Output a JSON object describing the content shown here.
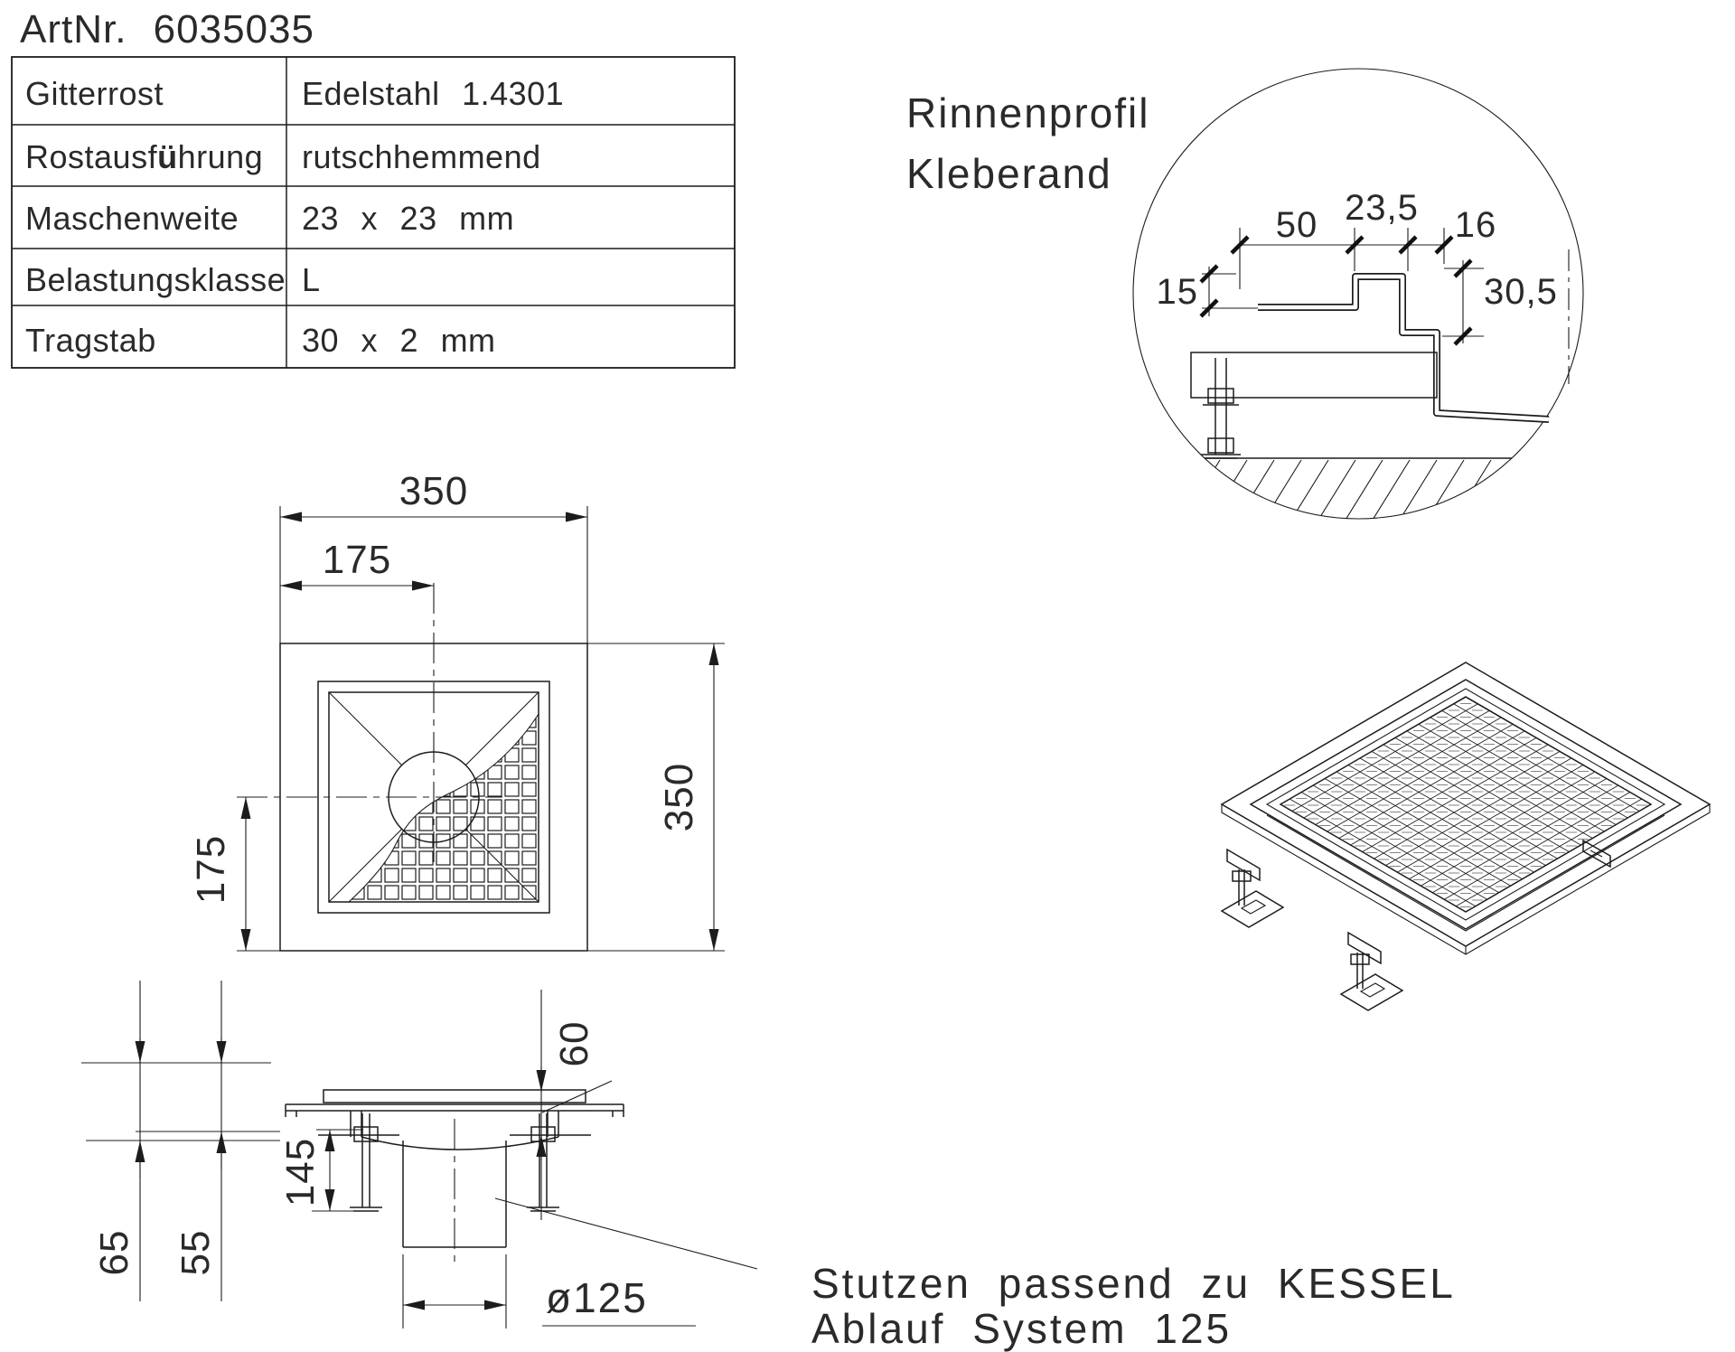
{
  "title": "ArtNr.  6035035",
  "spec_table": {
    "rows": [
      {
        "label": "Gitterrost",
        "value": "Edelstahl  1.4301"
      },
      {
        "label_pre": "Rostausf",
        "label_umlaut": "ü",
        "label_post": "hrung",
        "value": "rutschhemmend"
      },
      {
        "label": "Maschenweite",
        "value": "23  x  23  mm"
      },
      {
        "label": "Belastungsklasse",
        "value": "L"
      },
      {
        "label": "Tragstab",
        "value": "30  x  2  mm"
      }
    ]
  },
  "detail_view": {
    "title_line1": "Rinnenprofil",
    "title_line2": "Kleberand",
    "dim_50": "50",
    "dim_23_5": "23,5",
    "dim_16": "16",
    "dim_15": "15",
    "dim_30_5": "30,5"
  },
  "plan_view": {
    "dim_width": "350",
    "dim_half_width": "175",
    "dim_height": "350",
    "dim_half_height": "175"
  },
  "section_view": {
    "dim_65": "65",
    "dim_55": "55",
    "dim_145": "145",
    "dim_60": "60",
    "dim_pipe": "ø125"
  },
  "note": {
    "line1": "Stutzen passend zu KESSEL",
    "line2": "Ablauf System 125"
  },
  "colors": {
    "line": "#1c1c1c",
    "text": "#2a2a2a",
    "background": "#ffffff"
  }
}
